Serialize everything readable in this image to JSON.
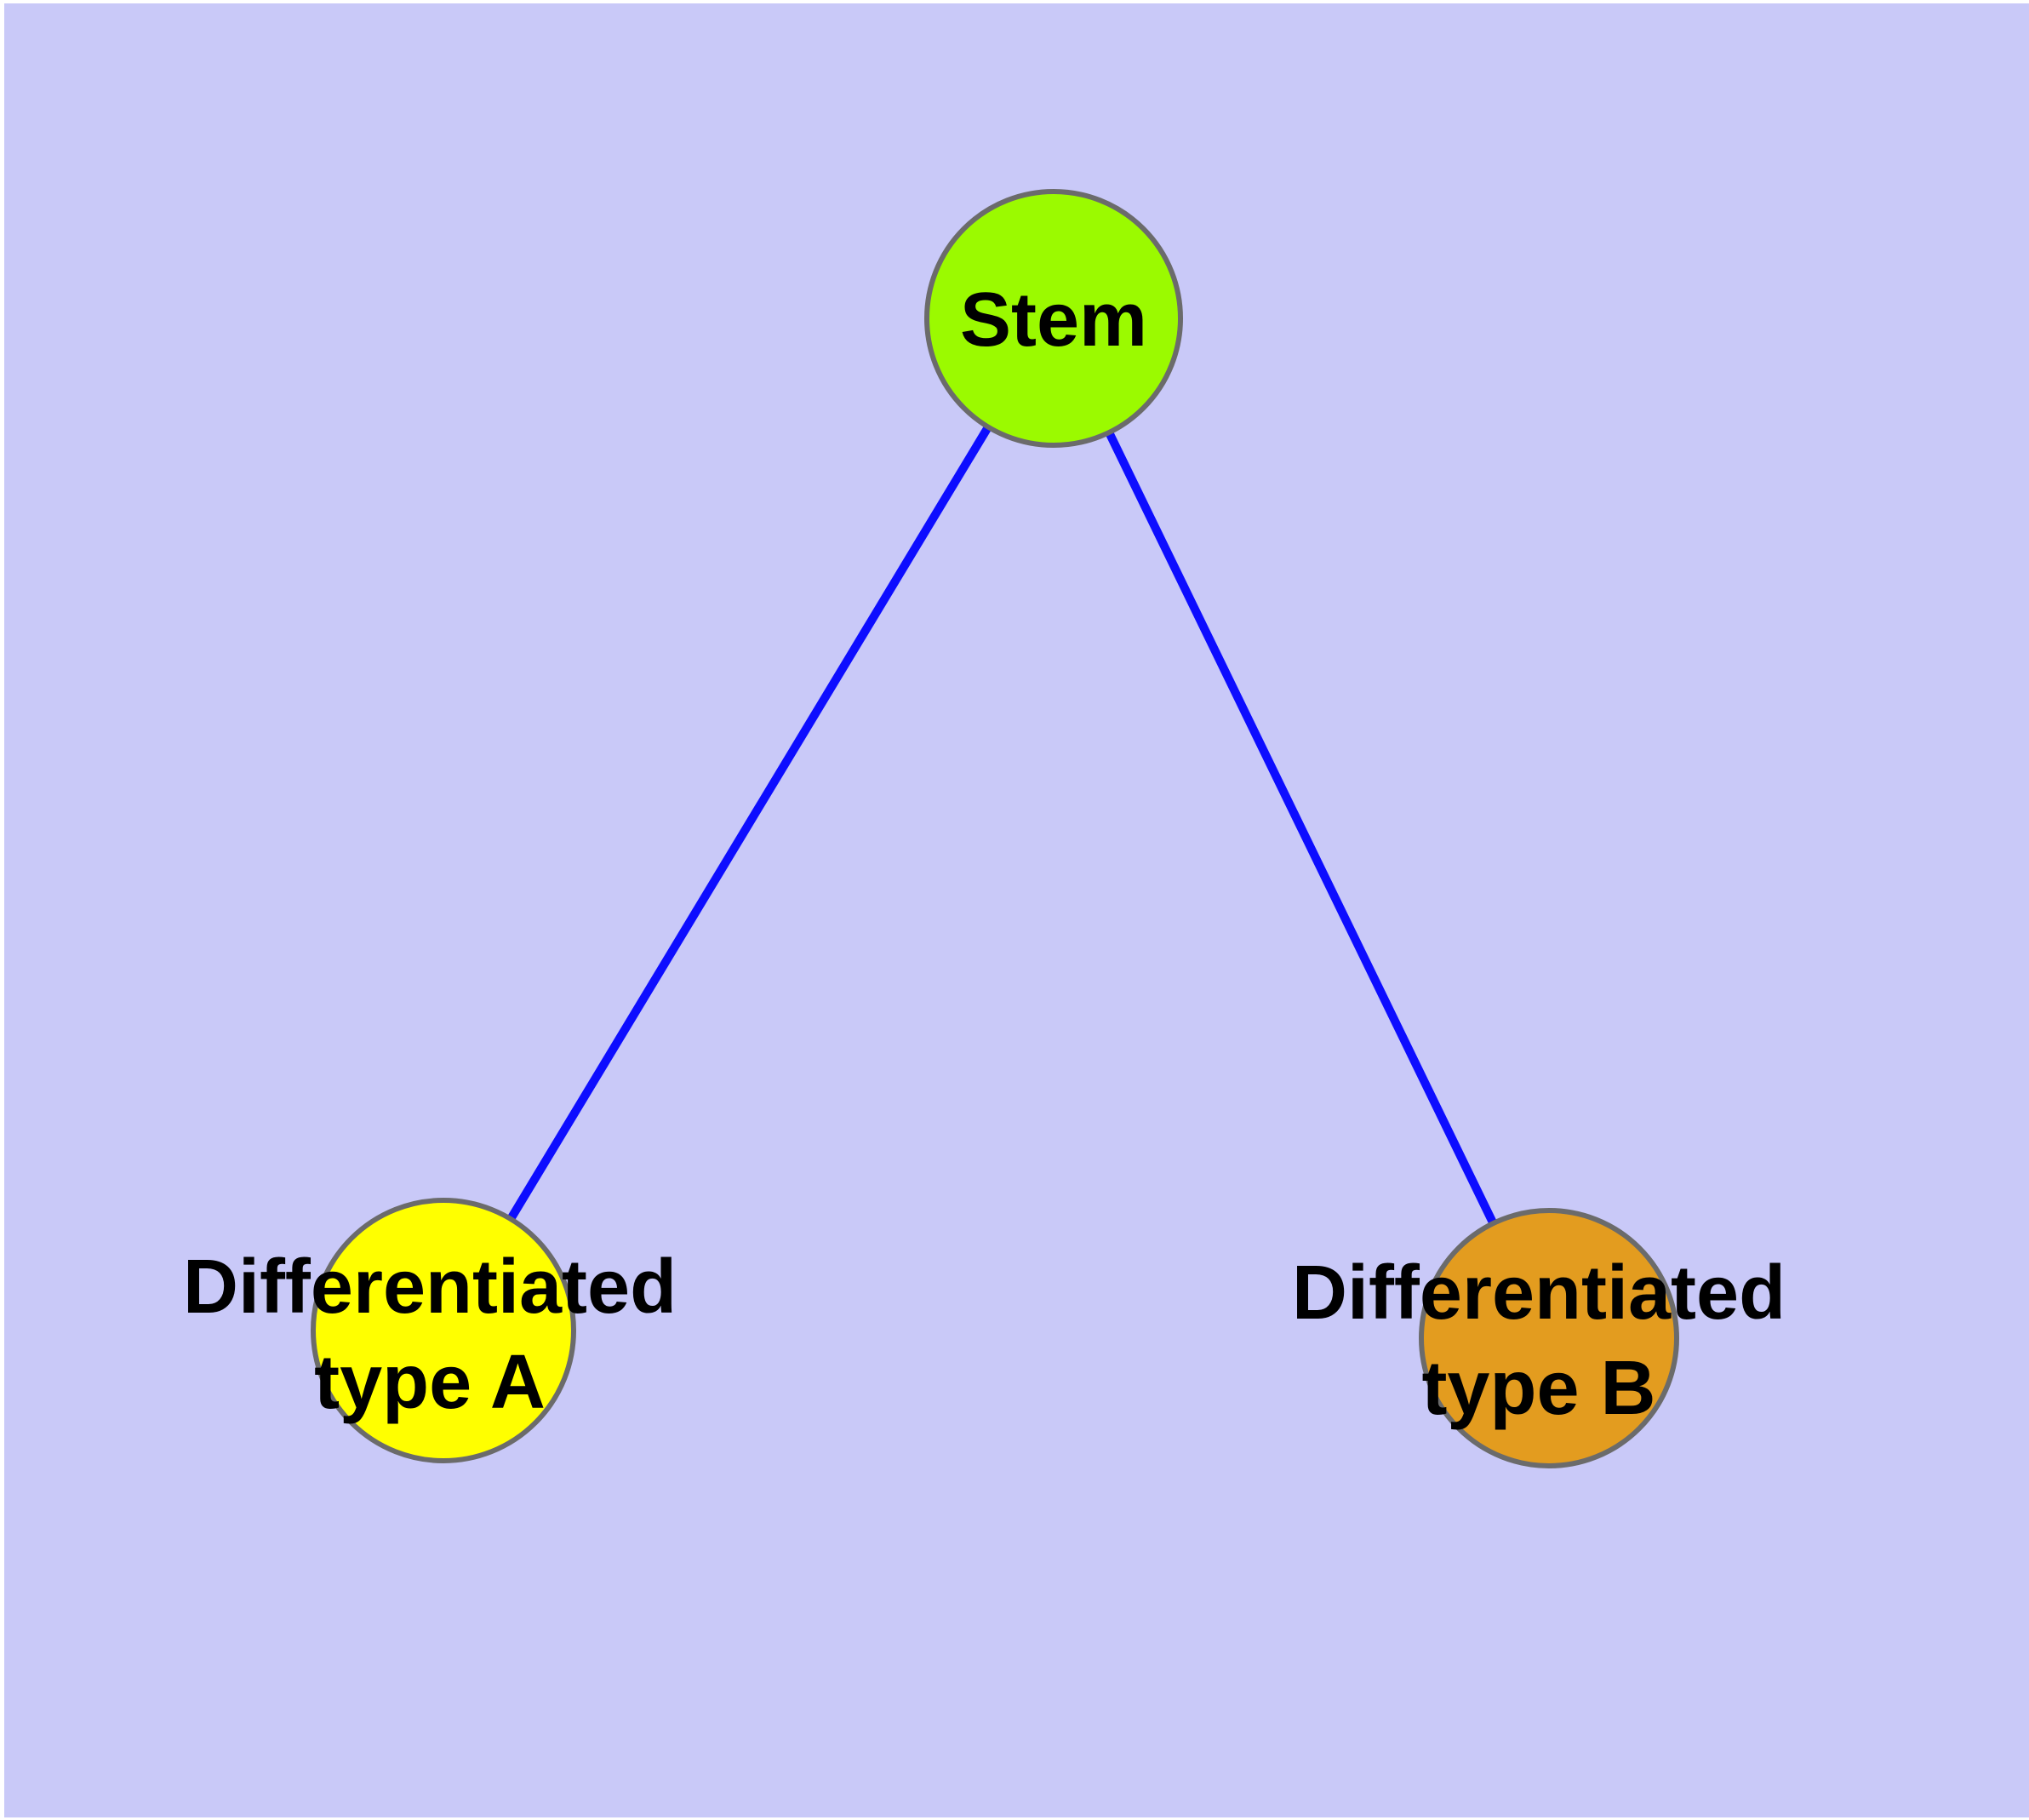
{
  "theme": {
    "background": "#c9c9f8",
    "frame": "#ffffff",
    "edge": "#0d0dff",
    "node_border": "#6b6b6b",
    "label": "#000000"
  },
  "diagram": {
    "type": "graph",
    "description": "Cell differentiation hierarchy: one stem node with two differentiated child nodes",
    "nodes": [
      {
        "id": "stem",
        "label": "Stem",
        "fill": "#9bfa00"
      },
      {
        "id": "type-a",
        "label": "Differentiated\ntype A",
        "fill": "#ffff00"
      },
      {
        "id": "type-b",
        "label": "Differentiated\ntype B",
        "fill": "#e39c1f"
      }
    ],
    "edges": [
      {
        "from": "stem",
        "to": "type-a"
      },
      {
        "from": "stem",
        "to": "type-b"
      }
    ]
  }
}
